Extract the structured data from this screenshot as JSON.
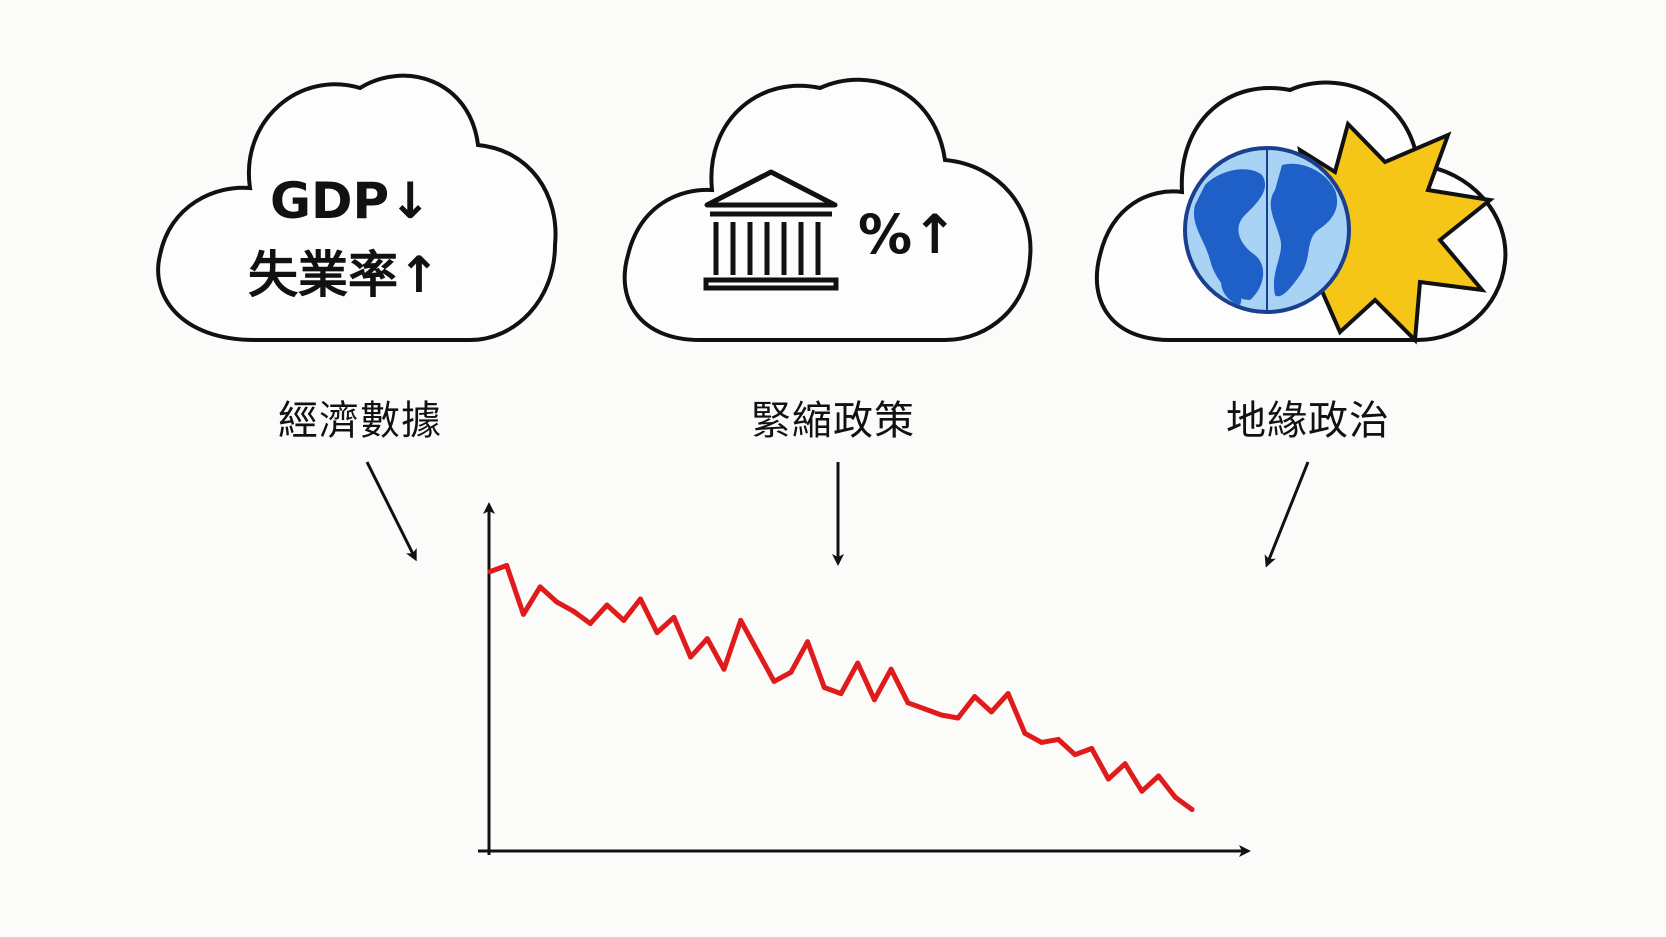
{
  "clouds": {
    "economic": {
      "line1": "GDP↓",
      "line2": "失業率↑"
    },
    "tightening": {
      "text": "%↑"
    }
  },
  "captions": {
    "economic": "經濟數據",
    "tightening": "緊縮政策",
    "geopolitics": "地緣政治"
  },
  "chart_data": {
    "type": "line",
    "trend": "declining",
    "line_color": "#e01b1b",
    "y": [
      88,
      90,
      74,
      83,
      78,
      75,
      71,
      77,
      72,
      79,
      68,
      73,
      60,
      66,
      56,
      72,
      62,
      52,
      55,
      65,
      50,
      48,
      58,
      46,
      56,
      45,
      43,
      41,
      40,
      47,
      42,
      48,
      35,
      32,
      33,
      28,
      30,
      20,
      25,
      16,
      21,
      14,
      10
    ],
    "xlabel": "",
    "ylabel": ""
  },
  "colors": {
    "drop_line": "#e01b1b",
    "globe": "#1f5fc8",
    "globe_light": "#a9d3f5",
    "burst": "#f5c518",
    "ink": "#111111"
  },
  "icons": [
    "bank-icon",
    "globe-icon",
    "explosion-burst-icon"
  ]
}
